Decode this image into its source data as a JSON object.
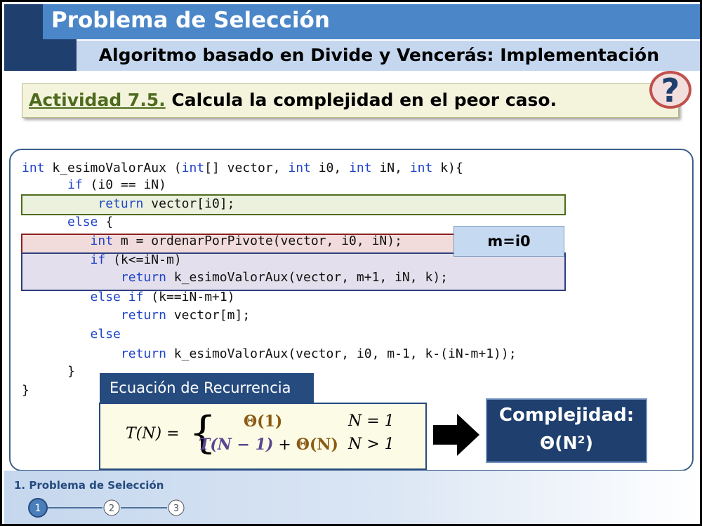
{
  "header": {
    "title": "Problema de Selección",
    "subtitle": "Algoritmo basado en Divide y Vencerás: Implementación"
  },
  "activity": {
    "label": "Actividad 7.5.",
    "text": "Calcula la complejidad en el peor caso."
  },
  "help_icon": {
    "symbol": "?",
    "name": "question-icon"
  },
  "code": {
    "lines": [
      "int k_esimoValorAux (int[] vector, int i0, int iN, int k){",
      "      if (i0 == iN)",
      "          return vector[i0];",
      "      else {",
      "         int m = ordenarPorPivote(vector, i0, iN);",
      "         if (k<=iN-m)",
      "             return k_esimoValorAux(vector, m+1, iN, k);",
      "         else if (k==iN-m+1)",
      "             return vector[m];",
      "         else",
      "             return k_esimoValorAux(vector, i0, m-1, k-(iN-m+1));",
      "      }",
      "}"
    ],
    "keywords": [
      "int",
      "if",
      "else",
      "return"
    ],
    "annotation": "m=i0"
  },
  "recurrence": {
    "label": "Ecuación de Recurrencia",
    "lhs": "T(N) =",
    "case1_value": "Θ(1)",
    "case1_condition": "N = 1",
    "case2_term": "T(N − 1)",
    "case2_plus": " + ",
    "case2_theta": "Θ(N)",
    "case2_condition": "N > 1"
  },
  "complexity": {
    "label": "Complejidad:",
    "value": "Θ(N²)"
  },
  "footer": {
    "section": "1. Problema de Selección",
    "steps": [
      "1",
      "2",
      "3"
    ],
    "active_step": "1"
  },
  "colors": {
    "header_blue": "#4a86c8",
    "header_dark": "#1f3f6e",
    "header_light": "#c5d7ee",
    "keyword": "#1f44c8",
    "green_highlight": "#ebf1dd",
    "red_highlight": "#f2dcdb",
    "purple_highlight": "#e4dfec"
  }
}
